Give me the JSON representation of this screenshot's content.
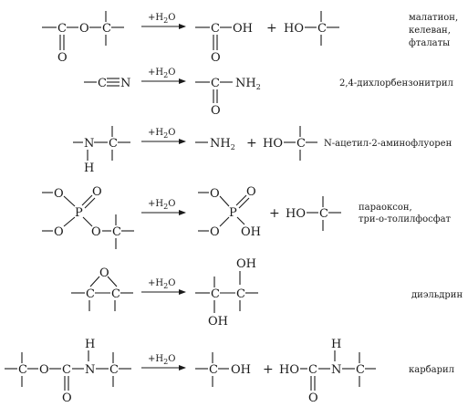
{
  "reagent": {
    "prefix": "+H",
    "sub": "2",
    "suffix": "O"
  },
  "atoms": {
    "C": "C",
    "O": "O",
    "N": "N",
    "P": "P",
    "H": "H",
    "OH": "OH",
    "HO": "HO",
    "NH": "NH",
    "NH2_sub": "2",
    "HOC": "HO-C",
    "plus": "+"
  },
  "reactions": [
    {
      "compound": "малатион,\nкелеван,\nфталаты"
    },
    {
      "compound": "2,4-дихлорбензонитрил"
    },
    {
      "compound": "N-ацетил-2-аминофлуорен"
    },
    {
      "compound": "параоксон,\nтри-о-толилфосфат"
    },
    {
      "compound": "диэльдрин"
    },
    {
      "compound": "карбарил"
    }
  ],
  "labels": {
    "r1_l1": "малатион,",
    "r1_l2": "келеван,",
    "r1_l3": "фталаты",
    "r4_l1": "параоксон,",
    "r4_l2": "три-о-толилфосфат"
  }
}
